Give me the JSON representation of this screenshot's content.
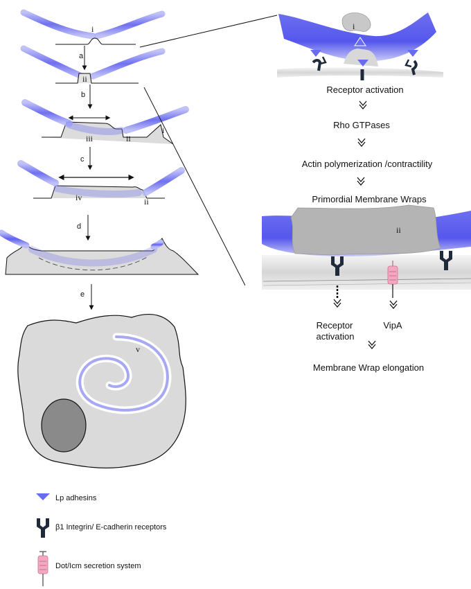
{
  "steps": {
    "a": "a",
    "b": "b",
    "c": "c",
    "d": "d",
    "e": "e"
  },
  "structures": {
    "i": "i",
    "ii": "ii",
    "iii": "iii",
    "iv": "iv",
    "v": "v"
  },
  "flow": {
    "receptor_activation": "Receptor activation",
    "rho_gtpases": "Rho GTPases",
    "actin": "Actin polymerization /contractility",
    "primordial": "Primordial  Membrane Wraps",
    "receptor_activation_2a": "Receptor",
    "receptor_activation_2b": "activation",
    "vipa": "VipA",
    "elongation": "Membrane Wrap elongation"
  },
  "legend": {
    "adhesins": "Lp adhesins",
    "receptors": "β1 Integrin/ E-cadherin receptors",
    "secretion": "Dot/Icm secretion system"
  },
  "colors": {
    "bacterium": "#6a6cf0",
    "membrane": "#d4d4d4",
    "cell": "#dcdcdc",
    "nucleus": "#8a8a8a",
    "receptor": "#1f2a3a",
    "secretion": "#f2a8c0"
  },
  "icons": {
    "adhesin": "blue-triangle",
    "receptor": "y-shaped-receptor",
    "secretion": "syringe"
  }
}
